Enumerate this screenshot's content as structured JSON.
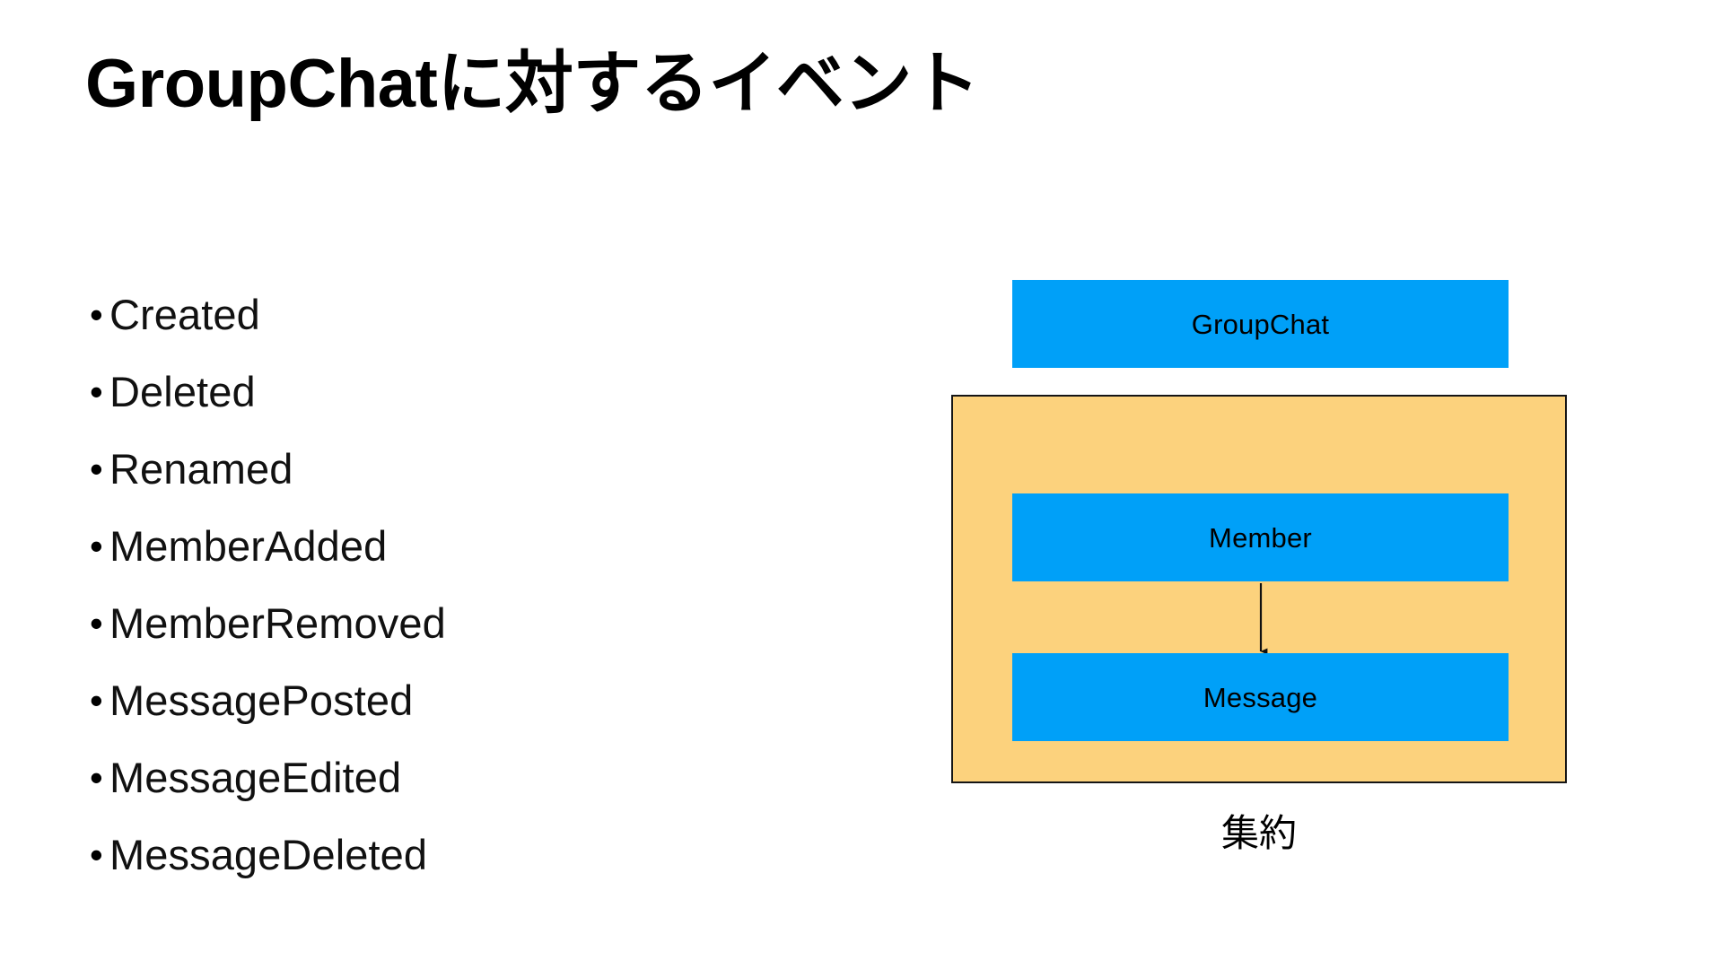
{
  "slide": {
    "title": "GroupChatに対するイベント",
    "background_color": "#FFFFFF"
  },
  "events": {
    "bullet_glyph": "•",
    "items": [
      {
        "label": "Created"
      },
      {
        "label": "Deleted"
      },
      {
        "label": "Renamed"
      },
      {
        "label": "MemberAdded"
      },
      {
        "label": "MemberRemoved"
      },
      {
        "label": "MessagePosted"
      },
      {
        "label": "MessageEdited"
      },
      {
        "label": "MessageDeleted"
      }
    ]
  },
  "diagram": {
    "caption": "集約",
    "boundary_fill": "#FCD27D",
    "boundary_stroke": "#151515",
    "entity_fill": "#00A0F8",
    "entities": [
      {
        "name": "groupchat",
        "label": "GroupChat"
      },
      {
        "name": "member",
        "label": "Member"
      },
      {
        "name": "message",
        "label": "Message"
      }
    ],
    "relation": {
      "from": "Member",
      "to": "Message",
      "style": "arrow-down"
    }
  }
}
